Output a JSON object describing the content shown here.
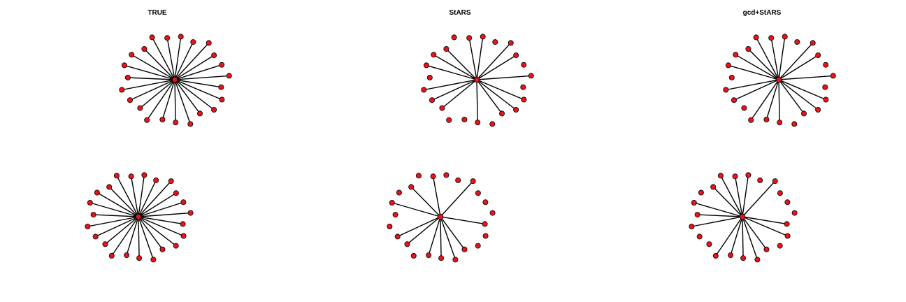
{
  "titles": {
    "true": "TRUE",
    "stars": "StARS",
    "gcd_stars": "gcd+StARS"
  },
  "graphs": [
    {
      "id": "top-true",
      "nodes": 24,
      "missing_edges": []
    },
    {
      "id": "top-stars",
      "nodes": 24,
      "missing_edges": [
        1,
        4,
        6,
        10,
        12,
        13,
        17,
        21
      ]
    },
    {
      "id": "top-gcd-stars",
      "nodes": 24,
      "missing_edges": [
        1,
        4,
        6,
        10,
        14,
        17
      ]
    },
    {
      "id": "bottom-true",
      "nodes": 24,
      "missing_edges": []
    },
    {
      "id": "bottom-stars",
      "nodes": 24,
      "missing_edges": [
        0,
        1,
        3,
        4,
        5,
        7,
        8,
        13,
        16,
        17,
        19,
        21
      ]
    },
    {
      "id": "bottom-gcd-stars",
      "nodes": 24,
      "missing_edges": [
        1,
        3,
        4,
        5,
        8,
        14,
        15,
        19
      ]
    }
  ],
  "colors": {
    "node_fill": "#e8131b",
    "node_stroke": "#000000",
    "edge": "#000000"
  }
}
